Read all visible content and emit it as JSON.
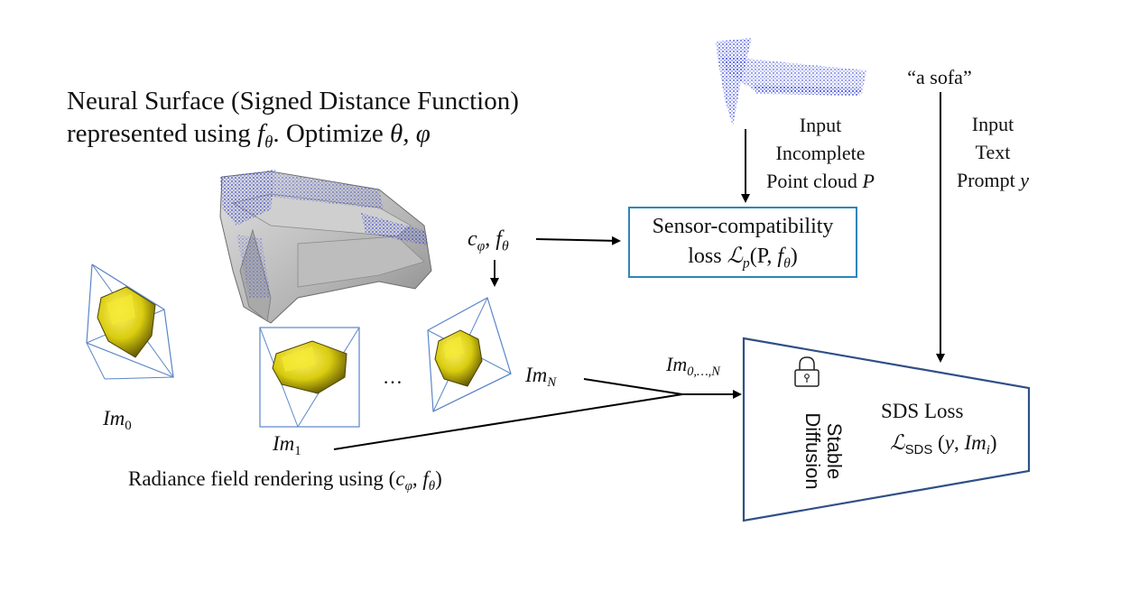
{
  "title": {
    "line1": "Neural Surface (Signed Distance Function)",
    "line2_prefix": "represented using ",
    "line2_f": "f",
    "line2_f_sub": "θ",
    "line2_mid": ". Optimize ",
    "line2_params": "θ, φ"
  },
  "input_point_cloud": {
    "line1": "Input",
    "line2": "Incomplete",
    "line3_prefix": "Point cloud ",
    "line3_var": "P"
  },
  "text_prompt": {
    "quote": "“a sofa”",
    "line1": "Input",
    "line2": "Text",
    "line3_prefix": "Prompt ",
    "line3_var": "y"
  },
  "params_label": {
    "c": "c",
    "c_sub": "φ",
    "comma": ", ",
    "f": "f",
    "f_sub": "θ"
  },
  "sensor_box": {
    "line1": "Sensor-compatibility",
    "line2_prefix": "loss ",
    "loss_symbol": "ℒ",
    "loss_sub": "p",
    "args_open": "(P, ",
    "args_f": "f",
    "args_f_sub": "θ",
    "args_close": ")"
  },
  "renders": {
    "im0": {
      "base": "Im",
      "sub": "0"
    },
    "im1": {
      "base": "Im",
      "sub": "1"
    },
    "imN": {
      "base": "Im",
      "sub": "N"
    },
    "ellipsis": "…",
    "combined": {
      "base": "Im",
      "sub": "0,…,N"
    }
  },
  "radiance_caption": {
    "prefix": "Radiance field rendering using (",
    "c": "c",
    "c_sub": "φ",
    "comma": ", ",
    "f": "f",
    "f_sub": "θ",
    "suffix": ")"
  },
  "stable_diffusion": {
    "line1": "Stable",
    "line2": "Diffusion",
    "icon": "lock-icon"
  },
  "sds_loss": {
    "title": "SDS Loss",
    "symbol": "ℒ",
    "symbol_sub": "SDS",
    "args_open": " (",
    "args_y": "y",
    "args_comma": ", ",
    "args_im": "Im",
    "args_im_sub": "i",
    "args_close": ")"
  },
  "colors": {
    "sensor_box_border": "#2f86b9",
    "diffusion_border": "#2f4f86",
    "point_cloud": "#1f2fd0",
    "render_frame": "#5a86c8",
    "sofa_yellow": "#e8e012",
    "mesh_gray": "#b0b0b0"
  }
}
